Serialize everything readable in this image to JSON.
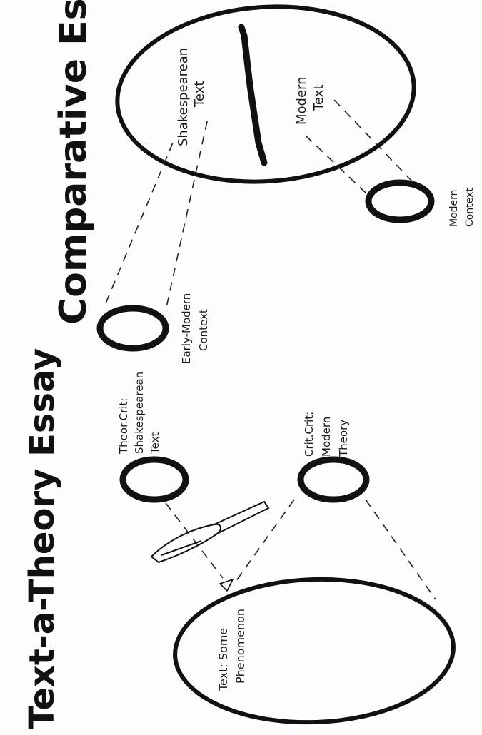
{
  "comparative": {
    "title": "Comparative Essay",
    "shakespeare_line1": "Shakespearean",
    "shakespeare_line2": "Text",
    "modern_text_line1": "Modern",
    "modern_text_line2": "Text",
    "early_modern_line1": "Early-Modern",
    "early_modern_line2": "Context",
    "modern_context_line1": "Modern",
    "modern_context_line2": "Context"
  },
  "text_theory": {
    "title": "Text-a-Theory Essay",
    "theor_line1": "Theor.Crit:",
    "theor_line2": "Shakespearean",
    "theor_line3": "Text",
    "crit_line1": "Crit.Crit:",
    "crit_line2": "Modern",
    "crit_line3": "Theory",
    "text_line1": "Text: Some",
    "text_line2": "Phenomenon"
  }
}
